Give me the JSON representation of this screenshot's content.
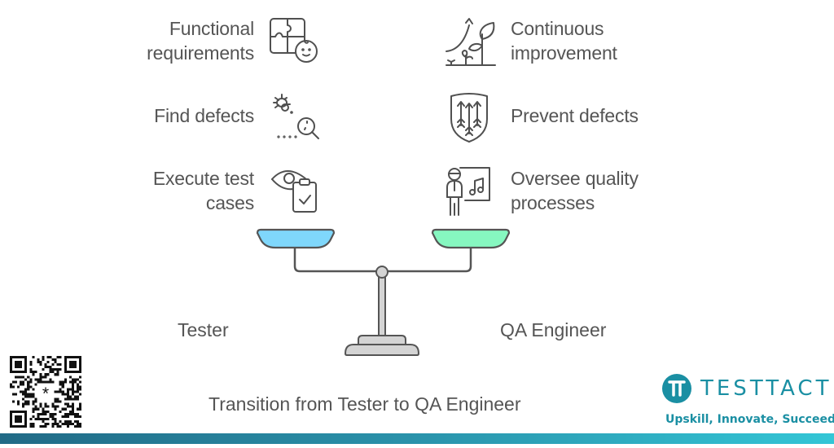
{
  "diagram": {
    "title": "Transition from Tester to QA Engineer",
    "left_role": {
      "label": "Tester",
      "pan_color": "#7fd7fb",
      "items": [
        {
          "label_line1": "Functional",
          "label_line2": "requirements",
          "icon": "puzzle-face-icon"
        },
        {
          "label_line1": "Find defects",
          "label_line2": "",
          "icon": "bug-search-icon"
        },
        {
          "label_line1": "Execute test",
          "label_line2": "cases",
          "icon": "eye-clipboard-icon"
        }
      ]
    },
    "right_role": {
      "label": "QA Engineer",
      "pan_color": "#86f7c0",
      "items": [
        {
          "label_line1": "Continuous",
          "label_line2": "improvement",
          "icon": "growing-plant-icon"
        },
        {
          "label_line1": "Prevent defects",
          "label_line2": "",
          "icon": "shield-arrows-icon"
        },
        {
          "label_line1": "Oversee quality",
          "label_line2": "processes",
          "icon": "presenter-board-icon"
        }
      ]
    }
  },
  "branding": {
    "logo_text": "TESTTACTIX",
    "logo_letter": "T",
    "tagline": "Upskill, Innovate, Succeed",
    "brand_color": "#1a8fa3",
    "bar_gradient": [
      "#216a86",
      "#33c6d6"
    ]
  },
  "qr_code": {
    "icon": "qr-code-icon"
  }
}
